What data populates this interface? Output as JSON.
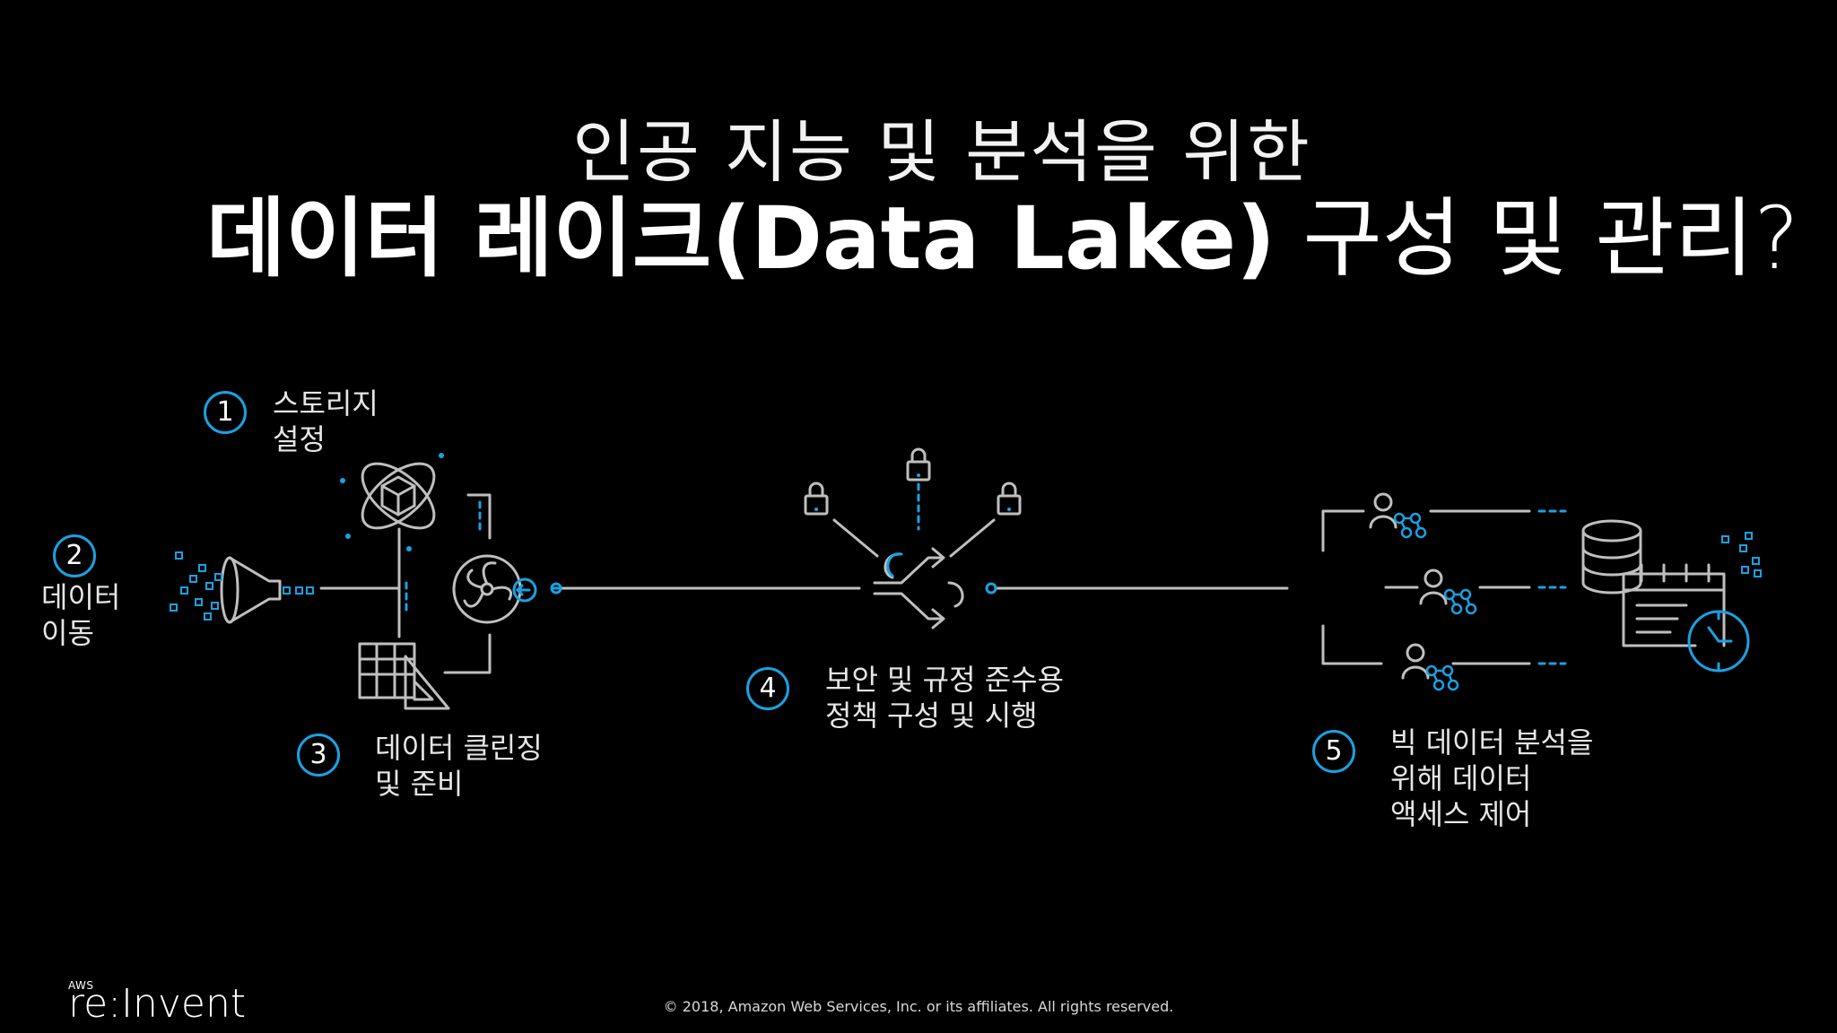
{
  "title": {
    "line1": "인공 지능 및 분석을 위한",
    "line2_bold": "데이터 레이크(Data Lake)",
    "line2_light": " 구성 및 관리?"
  },
  "steps": [
    {
      "num": "1",
      "label": "스토리지\n설정"
    },
    {
      "num": "2",
      "label": "데이터\n이동"
    },
    {
      "num": "3",
      "label": "데이터 클린징\n및 준비"
    },
    {
      "num": "4",
      "label": "보안 및 규정 준수용\n정책 구성 및 시행"
    },
    {
      "num": "5",
      "label": "빅 데이터 분석을\n위해 데이터\n액세스 제어"
    }
  ],
  "colors": {
    "accent": "#1ba1e2",
    "line": "#bfbfbf",
    "background": "#000000"
  },
  "footer": {
    "logo_small": "AWS",
    "logo_brand": "re:Invent",
    "copyright": "© 2018, Amazon Web Services, Inc. or its affiliates. All rights reserved."
  }
}
